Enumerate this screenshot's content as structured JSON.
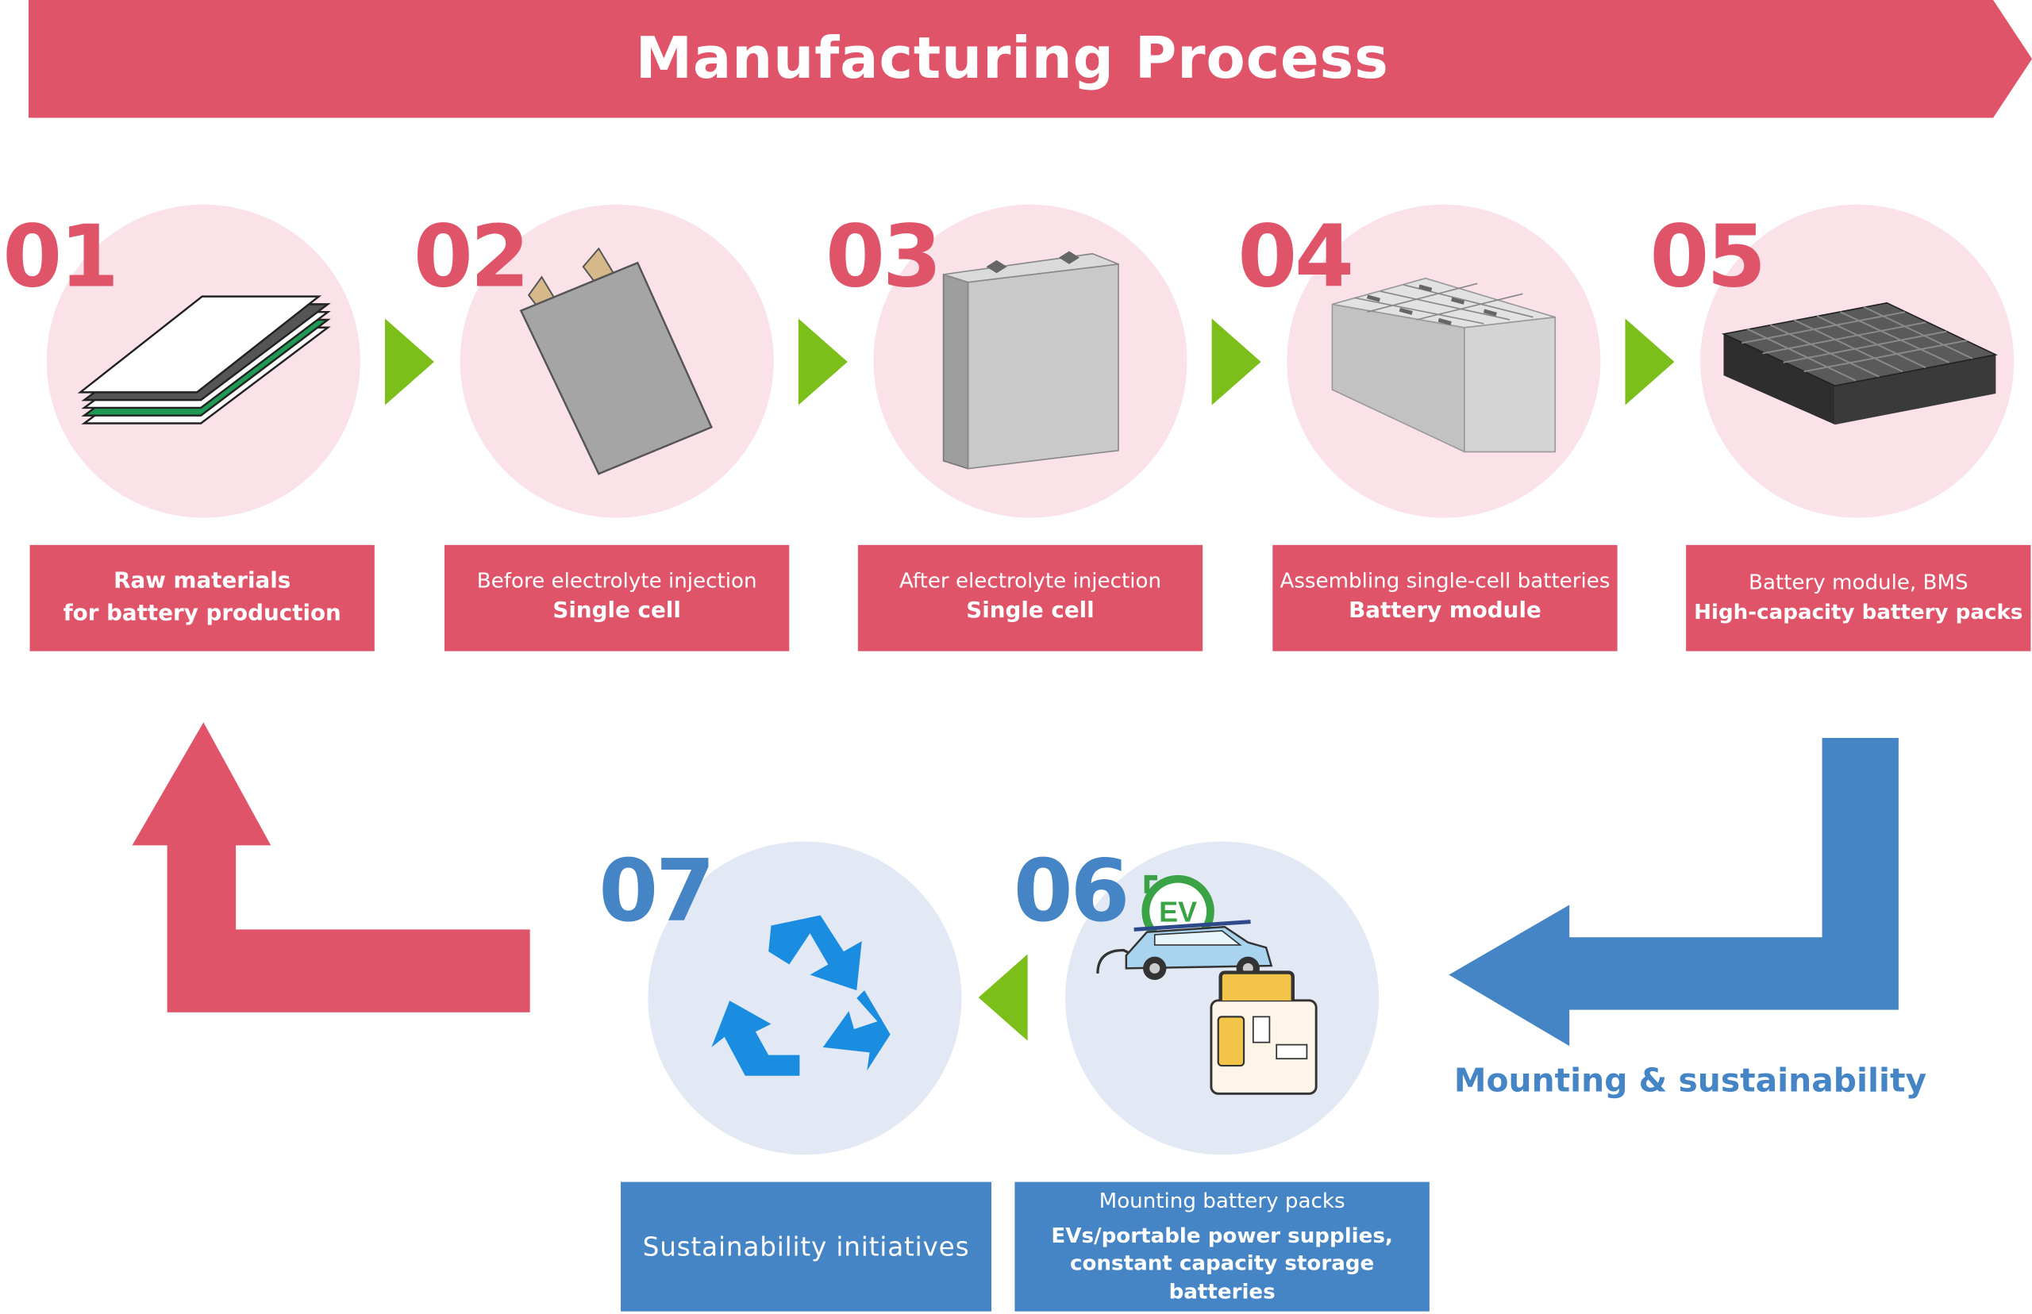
{
  "title": "Manufacturing Process",
  "colors": {
    "accent_red": "#e0546a",
    "accent_blue": "#4584c5",
    "arrow_green": "#7cbf1a",
    "circle_pink": "#fae2e8",
    "circle_blue": "#e2e9f4"
  },
  "steps": [
    {
      "number": "01",
      "line1": "Raw materials",
      "line2": "for battery production",
      "icon": "layered-sheets-icon"
    },
    {
      "number": "02",
      "line1": "Before electrolyte injection",
      "line2": "Single cell",
      "icon": "pouch-cell-icon"
    },
    {
      "number": "03",
      "line1": "After electrolyte injection",
      "line2": "Single cell",
      "icon": "prismatic-cell-icon"
    },
    {
      "number": "04",
      "line1": "Assembling single-cell batteries",
      "line2": "Battery module",
      "icon": "battery-module-icon"
    },
    {
      "number": "05",
      "line1": "Battery module, BMS",
      "line2": "High-capacity battery packs",
      "icon": "battery-pack-icon"
    },
    {
      "number": "06",
      "line1": "Mounting battery packs",
      "line2": "EVs/portable power supplies,",
      "line3": "constant capacity storage batteries",
      "icon": "ev-and-power-station-icon"
    },
    {
      "number": "07",
      "line1": "Sustainability initiatives",
      "icon": "recycle-icon"
    }
  ],
  "loop_label": "Mounting & sustainability",
  "ev_badge": "EV"
}
